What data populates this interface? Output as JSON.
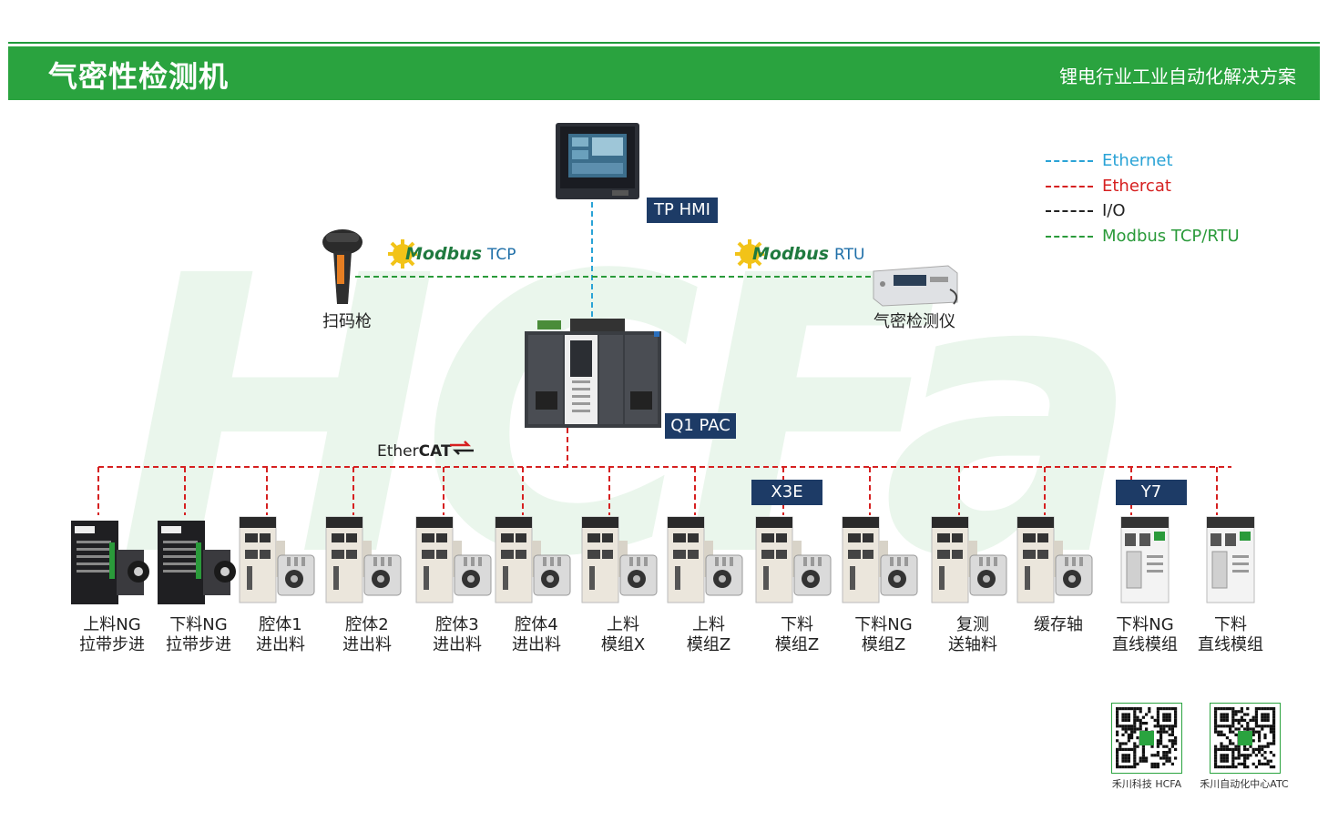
{
  "header": {
    "title": "气密性检测机",
    "subtitle": "锂电行业工业自动化解决方案"
  },
  "watermark": "HCFa",
  "legend": [
    {
      "label": "Ethernet",
      "color": "#2aa3d6"
    },
    {
      "label": "Ethercat",
      "color": "#d62020"
    },
    {
      "label": "I/O",
      "color": "#222222"
    },
    {
      "label": "Modbus TCP/RTU",
      "color": "#2a9a3a"
    }
  ],
  "top_devices": {
    "hmi_tag": "TP HMI",
    "pac_tag": "Q1 PAC",
    "scanner_label": "扫码枪",
    "tester_label": "气密检测仪",
    "modbus_tcp": {
      "brand": "Modbus",
      "suffix": "TCP"
    },
    "modbus_rtu": {
      "brand": "Modbus",
      "suffix": "RTU"
    },
    "ethercat_logo": {
      "prefix": "Ether",
      "suffix": "CAT"
    }
  },
  "series_tags": [
    "X3E",
    "Y7"
  ],
  "drives": [
    {
      "type": "stepper",
      "line1": "上料NG",
      "line2": "拉带步进"
    },
    {
      "type": "stepper",
      "line1": "下料NG",
      "line2": "拉带步进"
    },
    {
      "type": "servo",
      "line1": "腔体1",
      "line2": "进出料"
    },
    {
      "type": "servo",
      "line1": "腔体2",
      "line2": "进出料"
    },
    {
      "type": "servo",
      "line1": "腔体3",
      "line2": "进出料"
    },
    {
      "type": "servo",
      "line1": "腔体4",
      "line2": "进出料"
    },
    {
      "type": "servo",
      "line1": "上料",
      "line2": "模组X"
    },
    {
      "type": "servo",
      "line1": "上料",
      "line2": "模组Z"
    },
    {
      "type": "servo",
      "line1": "下料",
      "line2": "模组Z"
    },
    {
      "type": "servo",
      "line1": "下料NG",
      "line2": "模组Z"
    },
    {
      "type": "servo",
      "line1": "复测",
      "line2": "送轴料"
    },
    {
      "type": "servo",
      "line1": "缓存轴",
      "line2": ""
    },
    {
      "type": "linear",
      "line1": "下料NG",
      "line2": "直线模组"
    },
    {
      "type": "linear",
      "line1": "下料",
      "line2": "直线模组"
    }
  ],
  "qr_codes": [
    {
      "label": "禾川科技 HCFA"
    },
    {
      "label": "禾川自动化中心ATC"
    }
  ]
}
